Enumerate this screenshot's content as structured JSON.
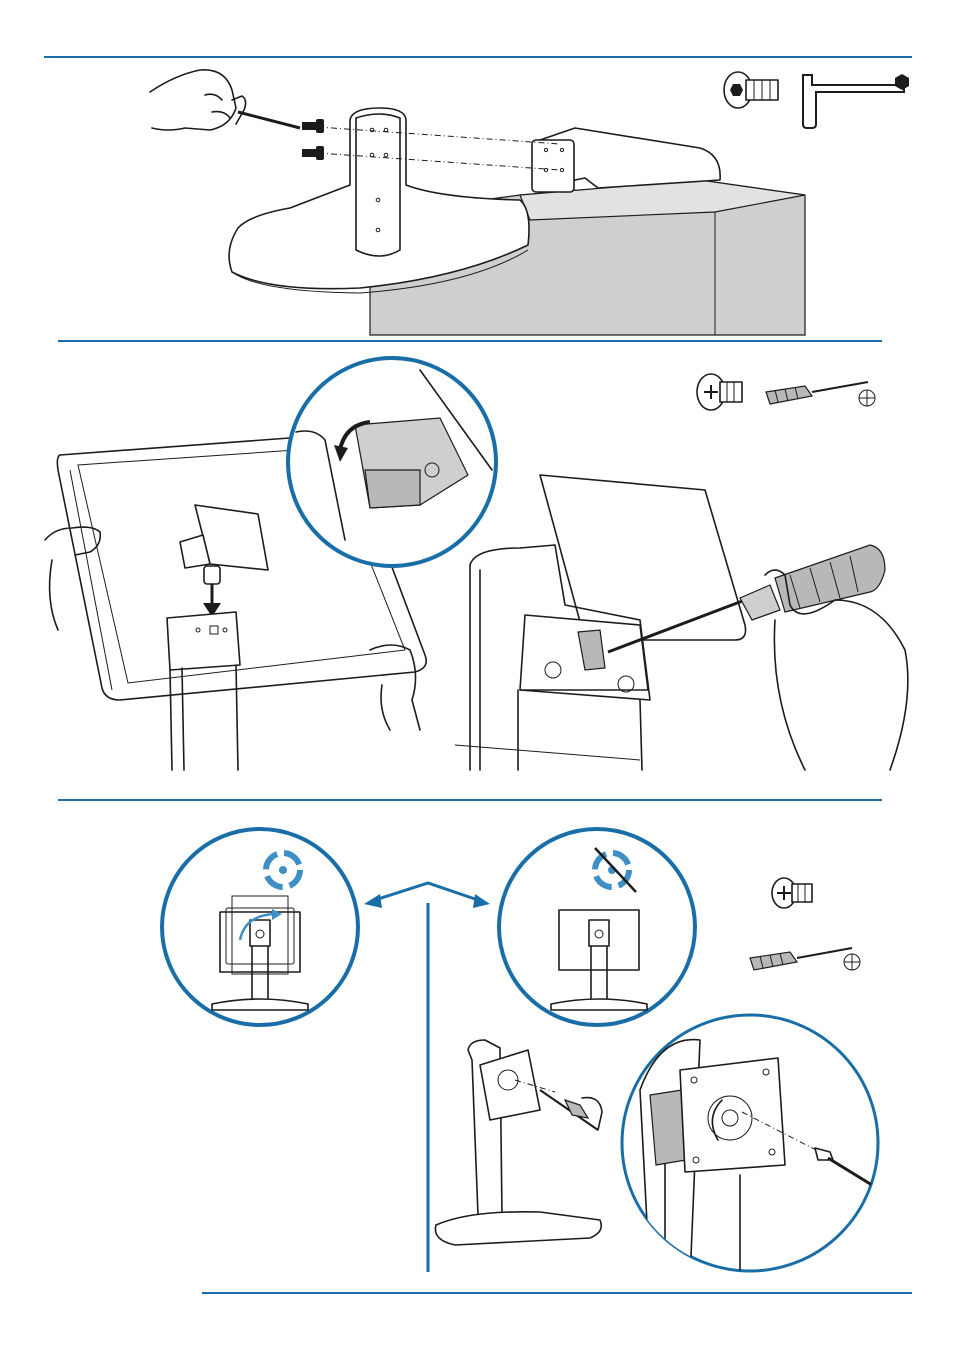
{
  "colors": {
    "accent": "#1a6ea8",
    "rotate_icon": "#3d8fc6",
    "table_grey": "#cfcfcf"
  },
  "steps": [
    {
      "id": "attach-base",
      "tools": [
        "button-head-screw-icon",
        "hex-key-icon"
      ]
    },
    {
      "id": "mount-display",
      "tools": [
        "phillips-screw-icon",
        "phillips-screwdriver-icon"
      ]
    },
    {
      "id": "lock-rotation",
      "tools": [
        "phillips-screw-icon",
        "phillips-screwdriver-icon"
      ],
      "options": [
        "rotation-enabled-icon",
        "rotation-disabled-icon"
      ]
    }
  ]
}
